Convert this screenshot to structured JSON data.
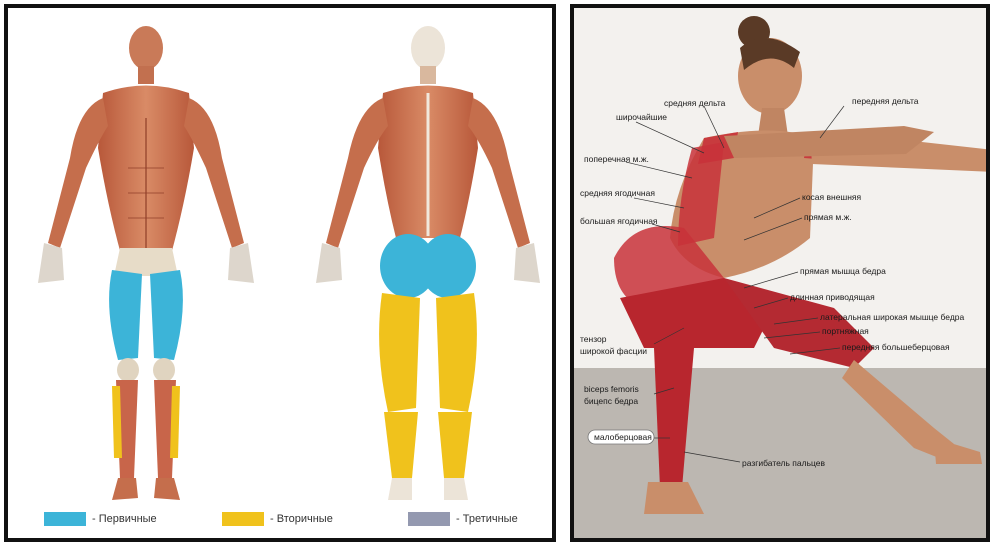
{
  "legend": {
    "items": [
      {
        "label": "- Первичные",
        "color": "#3cb4d8"
      },
      {
        "label": "- Вторичные",
        "color": "#f0c21c"
      },
      {
        "label": "- Третичные",
        "color": "#9499b0"
      }
    ]
  },
  "annotations": {
    "srednyaya_delta": "средняя дельта",
    "perednyaya_delta": "передняя дельта",
    "shirochayshie": "широчайшие",
    "poperechnaya": "поперечная м.ж.",
    "srednyaya_yagodichnaya": "средняя ягодичная",
    "bolshaya_yagodichnaya": "большая ягодичная",
    "kosaya_vneshnyaya": "косая внешняя",
    "pryamaya_mzh": "прямая м.ж.",
    "pryamaya_myshtsa_bedra": "прямая мышца бедра",
    "dlinnaya_privodyashchaya": "длинная приводящая",
    "lateralnaya": "латеральная широкая мышце бедра",
    "tenzor_1": "тензор",
    "tenzor_2": "широкой фасции",
    "portnyazhnaya": "портняжная",
    "perednyaya_bolshebertsovaya": "передняя большеберцовая",
    "biceps_1": "biceps femoris",
    "biceps_2": "бицепс бедра",
    "malobertsovaya": "малоберцовая",
    "razgibatel": "разгибатель пальцев"
  }
}
